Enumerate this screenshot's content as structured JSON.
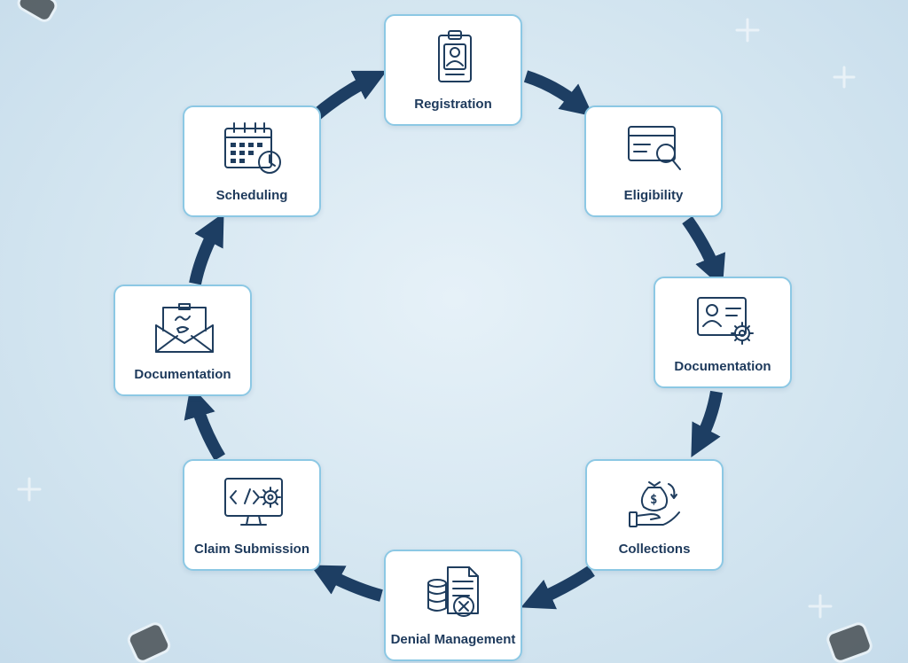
{
  "nodes": [
    {
      "id": "registration",
      "label": "Registration",
      "icon": "clipboard-user-icon"
    },
    {
      "id": "eligibility",
      "label": "Eligibility",
      "icon": "card-search-icon"
    },
    {
      "id": "documentation-right",
      "label": "Documentation",
      "icon": "id-card-gear-icon"
    },
    {
      "id": "collections",
      "label": "Collections",
      "icon": "hand-money-bag-icon"
    },
    {
      "id": "denial-management",
      "label": "Denial Management",
      "icon": "document-coins-denied-icon"
    },
    {
      "id": "claim-submission",
      "label": "Claim Submission",
      "icon": "monitor-code-gear-icon"
    },
    {
      "id": "documentation-left",
      "label": "Documentation",
      "icon": "envelope-letter-icon"
    },
    {
      "id": "scheduling",
      "label": "Scheduling",
      "icon": "calendar-clock-icon"
    }
  ],
  "colors": {
    "arrow": "#1d3e63",
    "box_border": "#8cc8e4",
    "label": "#1e3a5c",
    "background": "#d9e9f3"
  }
}
